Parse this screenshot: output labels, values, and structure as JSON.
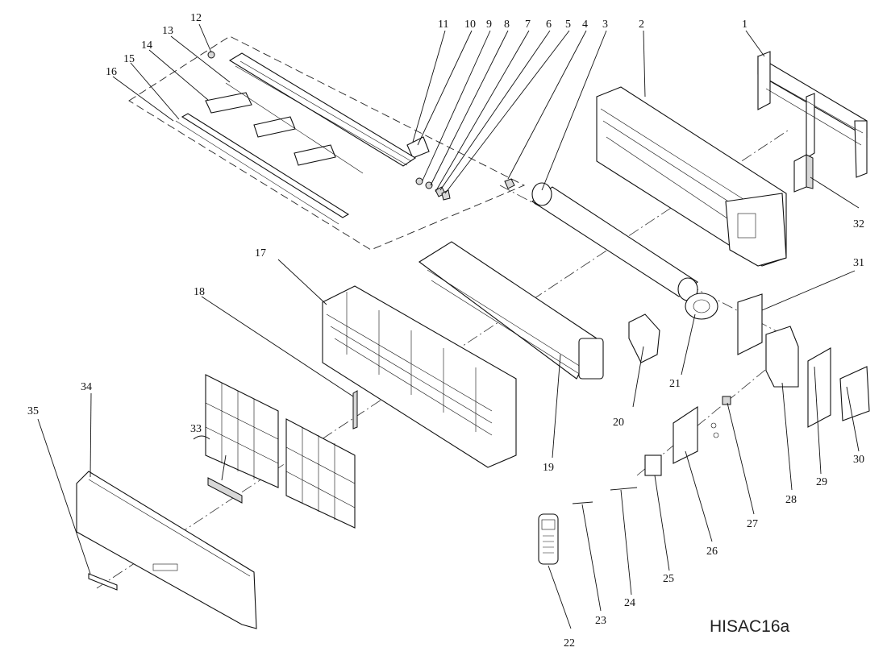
{
  "diagram": {
    "model_code": "HISAC16a",
    "callouts": [
      "1",
      "2",
      "3",
      "4",
      "5",
      "6",
      "7",
      "8",
      "9",
      "10",
      "11",
      "12",
      "13",
      "14",
      "15",
      "16",
      "17",
      "18",
      "19",
      "20",
      "21",
      "22",
      "23",
      "24",
      "25",
      "26",
      "27",
      "28",
      "29",
      "30",
      "31",
      "32",
      "33",
      "34",
      "35"
    ]
  }
}
